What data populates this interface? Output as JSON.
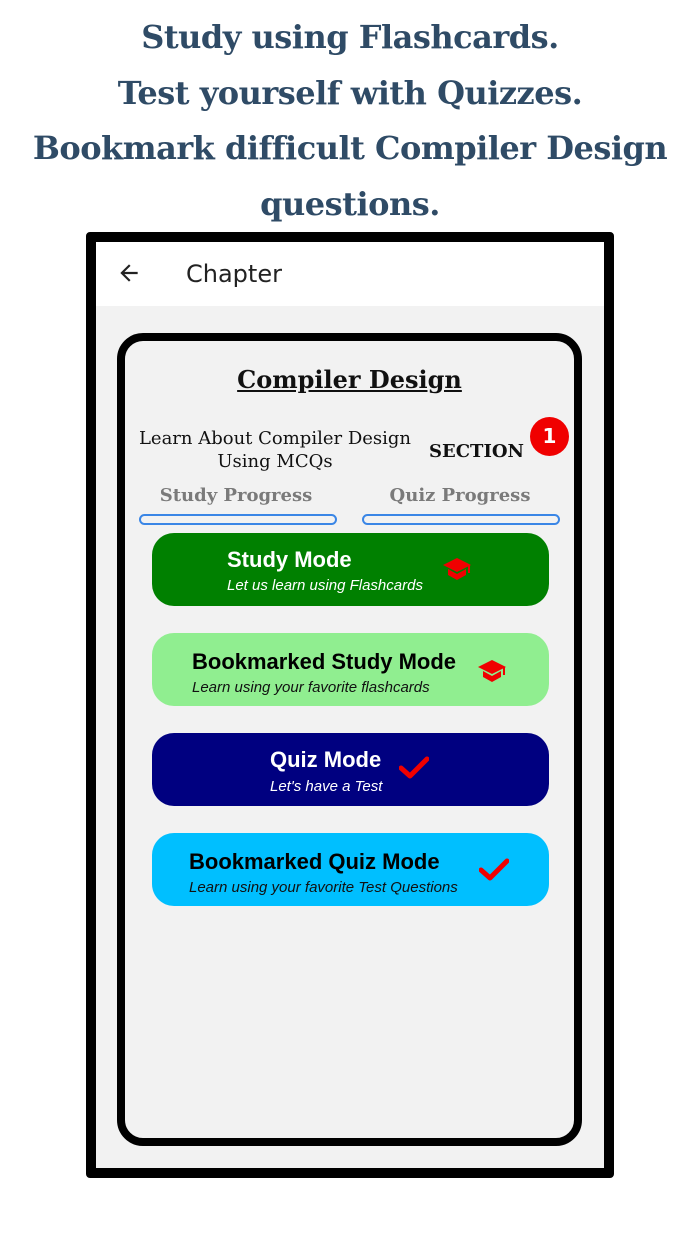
{
  "promo": {
    "lines": [
      "Study using Flashcards.",
      "Test yourself with Quizzes.",
      "Bookmark difficult Compiler Design",
      "questions."
    ],
    "color": "#2f4b66"
  },
  "appbar": {
    "back_icon": "arrow-left-icon",
    "title": "Chapter"
  },
  "card": {
    "title": "Compiler Design",
    "description_line1": "Learn About Compiler Design",
    "description_line2": "Using MCQs",
    "section_label": "SECTION",
    "section_number": "1",
    "study_progress_label": "Study Progress",
    "quiz_progress_label": "Quiz Progress"
  },
  "modes": [
    {
      "title": "Study Mode",
      "subtitle": "Let us learn using Flashcards",
      "icon": "graduation-cap-icon",
      "bg": "#008000",
      "text_color": "#ffffff"
    },
    {
      "title": "Bookmarked Study Mode",
      "subtitle": "Learn using your favorite flashcards",
      "icon": "graduation-cap-icon",
      "bg": "#90ee90",
      "text_color": "#000000"
    },
    {
      "title": "Quiz Mode",
      "subtitle": "Let's have a Test",
      "icon": "checkmark-icon",
      "bg": "#000080",
      "text_color": "#ffffff"
    },
    {
      "title": "Bookmarked Quiz Mode",
      "subtitle": "Learn using your favorite Test Questions",
      "icon": "checkmark-icon",
      "bg": "#00bfff",
      "text_color": "#000000"
    }
  ],
  "colors": {
    "badge": "#f00000",
    "icon_red": "#f00000",
    "progress_border": "#3a86e6",
    "screen_bg": "#f2f2f2"
  }
}
